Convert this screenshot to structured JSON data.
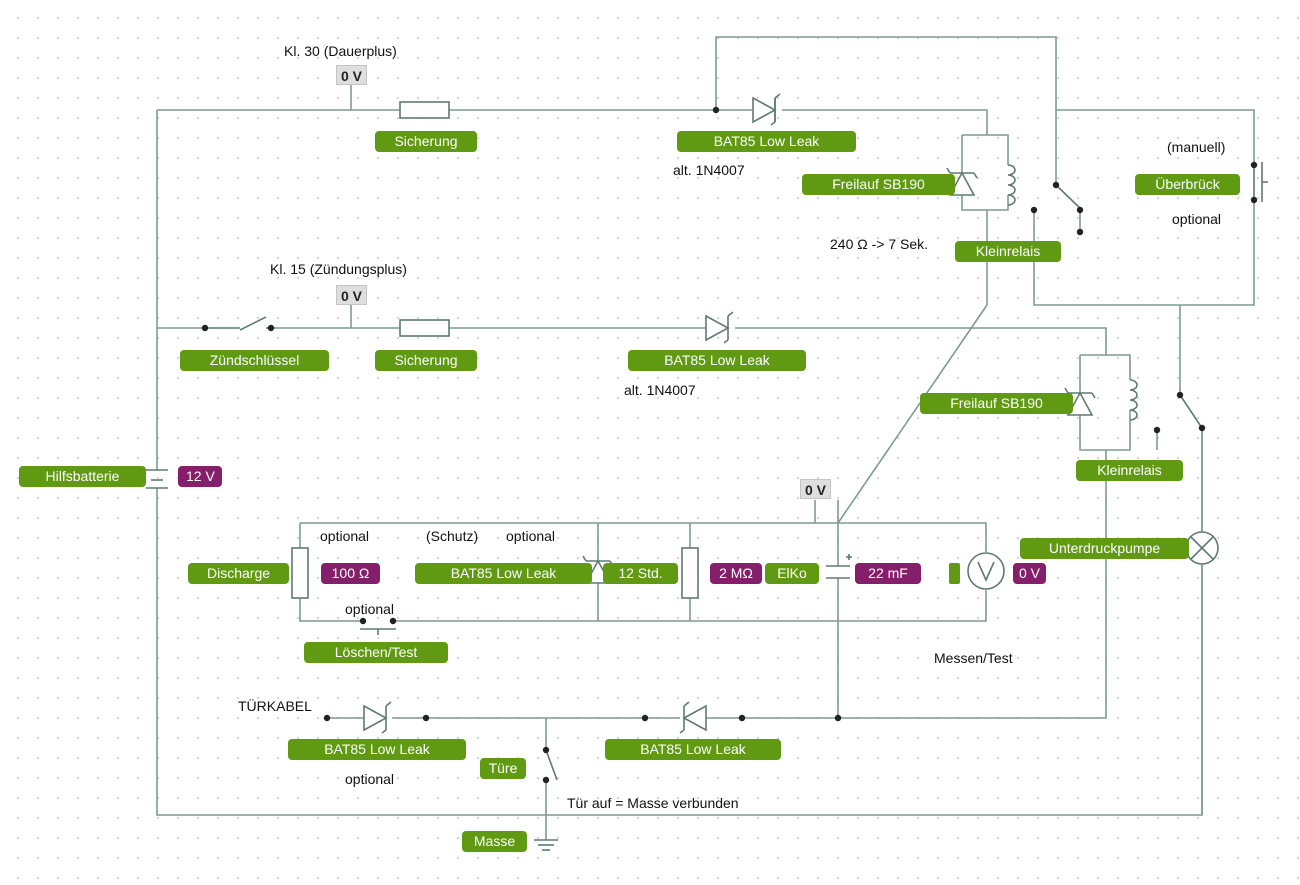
{
  "components": {
    "sicherung_1": "Sicherung",
    "sicherung_2": "Sicherung",
    "diode_top": "BAT85 Low Leak",
    "alt_top": "alt. 1N4007",
    "freilauf_top": "Freilauf SB190",
    "kleinrelais_top": "Kleinrelais",
    "relay_time": "240 Ω -> 7 Sek.",
    "manuell": "(manuell)",
    "ueberbrueck": "Überbrück",
    "optional_top": "optional",
    "kl15": "Kl. 15 (Zündungsplus)",
    "zuendschluessel": "Zündschlüssel",
    "diode_mid": "BAT85 Low Leak",
    "alt_mid": "alt. 1N4007",
    "freilauf_mid": "Freilauf SB190",
    "kleinrelais_mid": "Kleinrelais",
    "hilfsbatterie": "Hilfsbatterie",
    "battery_voltage": "12 V",
    "unterdruckpumpe": "Unterdruckpumpe",
    "discharge": "Discharge",
    "optional_1": "optional",
    "r_discharge": "100 Ω",
    "schutz": "(Schutz)",
    "optional_2": "optional",
    "diode_schutz": "BAT85 Low Leak",
    "zeit": "12 Std.",
    "r_2m": "2 MΩ",
    "elko": "ElKo",
    "cap_value": "22 mF",
    "optional_3": "optional",
    "loeschen": "Löschen/Test",
    "messen": "Messen/Test",
    "voltmeter": "0 V",
    "tuerkabel": "TÜRKABEL",
    "diode_tuer_1": "BAT85 Low Leak",
    "optional_tuer": "optional",
    "tuere": "Türe",
    "diode_tuer_2": "BAT85 Low Leak",
    "tuer_auf": "Tür auf = Masse verbunden",
    "masse": "Masse"
  },
  "probes": {
    "kl30_title": "Kl. 30 (Dauerplus)",
    "kl30_voltage": "0 V",
    "kl15_voltage": "0 V",
    "cap_voltage": "0 V"
  },
  "colors": {
    "component_label": "#5f9a12",
    "value_label": "#861f6b",
    "wire": "#7f9a95"
  }
}
